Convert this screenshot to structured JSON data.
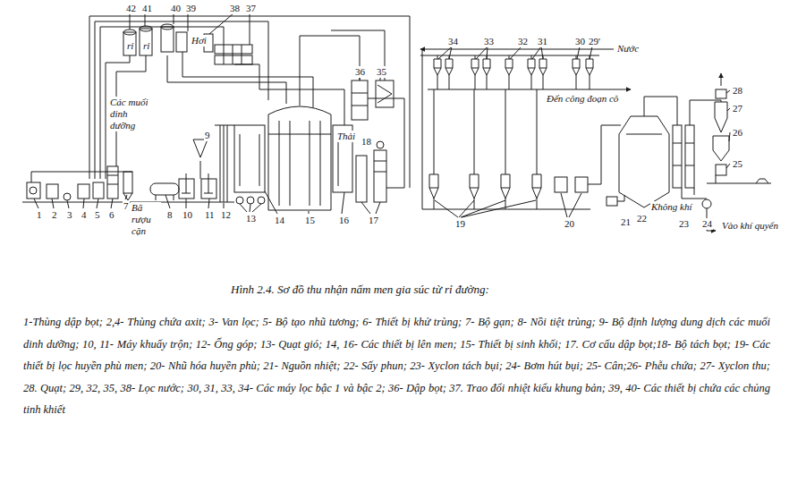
{
  "diagram": {
    "caption": "Hình 2.4.  Sơ đồ thu nhận nấm men gia súc từ rỉ đường:",
    "labels": [
      "42",
      "41",
      "40",
      "39",
      "38",
      "37",
      "rỉ",
      "rỉ",
      "Hơi",
      "36",
      "35",
      "Các muối dinh dưỡng",
      "9",
      "Thải",
      "18",
      "1",
      "2",
      "3",
      "4",
      "5",
      "6",
      "7",
      "Bã rượu cặn",
      "8",
      "10",
      "11",
      "12",
      "13",
      "14",
      "15",
      "16",
      "17",
      "34",
      "33",
      "32",
      "31",
      "30",
      "29'",
      "Nước",
      "Đến công đoạn cô",
      "28",
      "27",
      "26",
      "25",
      "19",
      "20",
      "21",
      "22",
      "Không khí",
      "23",
      "24",
      "Vào khí quyển",
      "1-Thùng dập bọt; 2,4- Thùng chứa axit; 3- Van lọc; 5- Bộ tạo nhũ tương; 6- Thiết bị khử trùng; 7- Bộ gạn; 8- Nồi tiệt trùng; 9- Bộ định lượng dung dịch các muối dinh dưỡng; 10, 11- Máy khuấy trộn; 12- Ống góp; 13- Quạt gió; 14, 16- Các thiết bị lên men; 15- Thiết bị sinh khối; 17. Cơ cấu dập bọt;18- Bộ tách bọt; 19- Các thiết bị lọc huyền phù men; 20- Nhũ hóa huyền phù; 21- Nguồn nhiệt; 22- Sấy phun; 23- Xyclon tách bụi; 24- Bơm hút bụi; 25- Cân;26- Phễu chứa; 27- Xyclon thu; 28. Quạt; 29, 32, 35, 38- Lọc nước; 30, 31, 33, 34- Các máy lọc bậc 1 và bậc 2; 36- Dập bọt; 37. Trao đổi nhiệt kiểu khung bản; 39, 40- Các thiết bị chứa các chủng tinh khiết"
    ]
  }
}
